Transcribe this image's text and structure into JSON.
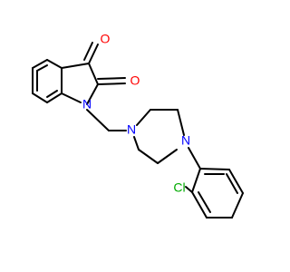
{
  "atoms": [
    {
      "label": "O",
      "color": "#ff0000"
    },
    {
      "label": "O",
      "color": "#ff0000"
    },
    {
      "label": "N",
      "color": "#0000ff"
    },
    {
      "label": "N",
      "color": "#0000ff"
    },
    {
      "label": "N",
      "color": "#0000ff"
    },
    {
      "label": "Cl",
      "color": "#00aa00"
    }
  ]
}
